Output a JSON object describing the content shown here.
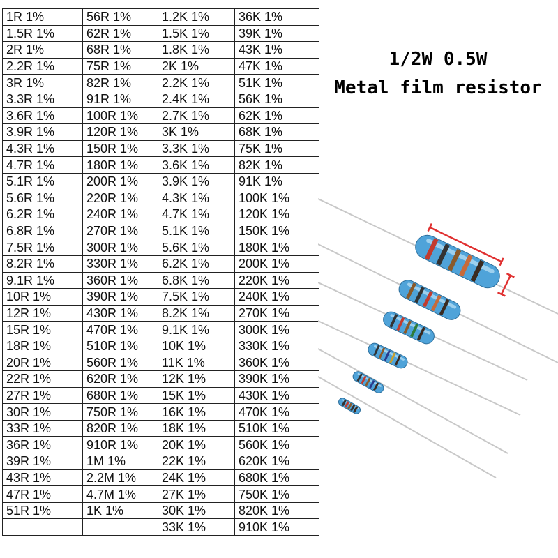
{
  "product": {
    "title_line1": "1/2W 0.5W",
    "title_line2": "Metal film resistor"
  },
  "resistor_table": {
    "columns": [
      [
        "1R 1%",
        "1.5R 1%",
        "2R 1%",
        "2.2R 1%",
        "3R 1%",
        "3.3R 1%",
        "3.6R 1%",
        "3.9R 1%",
        "4.3R 1%",
        "4.7R 1%",
        "5.1R 1%",
        "5.6R 1%",
        "6.2R 1%",
        "6.8R 1%",
        "7.5R 1%",
        "8.2R 1%",
        "9.1R 1%",
        "10R 1%",
        "12R 1%",
        "15R 1%",
        "18R 1%",
        "20R 1%",
        "22R 1%",
        "27R 1%",
        "30R 1%",
        "33R 1%",
        "36R 1%",
        "39R 1%",
        "43R 1%",
        "47R 1%",
        "51R 1%",
        ""
      ],
      [
        "56R 1%",
        "62R 1%",
        "68R 1%",
        "75R 1%",
        "82R 1%",
        "91R 1%",
        "100R 1%",
        "120R 1%",
        "150R 1%",
        "180R 1%",
        "200R 1%",
        "220R 1%",
        "240R 1%",
        "270R 1%",
        "300R 1%",
        "330R 1%",
        "360R 1%",
        "390R 1%",
        "430R 1%",
        "470R 1%",
        "510R 1%",
        "560R 1%",
        "620R 1%",
        "680R 1%",
        "750R 1%",
        "820R 1%",
        "910R 1%",
        "1M 1%",
        "2.2M 1%",
        "4.7M 1%",
        "1K 1%",
        ""
      ],
      [
        "1.2K 1%",
        "1.5K 1%",
        "1.8K 1%",
        "2K 1%",
        "2.2K 1%",
        "2.4K 1%",
        "2.7K 1%",
        "3K 1%",
        "3.3K 1%",
        "3.6K 1%",
        "3.9K 1%",
        "4.3K 1%",
        "4.7K 1%",
        "5.1K 1%",
        "5.6K 1%",
        "6.2K 1%",
        "6.8K 1%",
        "7.5K 1%",
        "8.2K 1%",
        "9.1K 1%",
        "10K 1%",
        "11K 1%",
        "12K 1%",
        "15K 1%",
        "16K 1%",
        "18K 1%",
        "20K 1%",
        "22K 1%",
        "24K 1%",
        "27K 1%",
        "30K 1%",
        "33K 1%"
      ],
      [
        "36K 1%",
        "39K 1%",
        "43K 1%",
        "47K 1%",
        "51K 1%",
        "56K 1%",
        "62K 1%",
        "68K 1%",
        "75K 1%",
        "82K 1%",
        "91K 1%",
        "100K 1%",
        "120K 1%",
        "150K 1%",
        "180K 1%",
        "200K 1%",
        "220K 1%",
        "240K 1%",
        "270K 1%",
        "300K 1%",
        "330K 1%",
        "360K 1%",
        "390K 1%",
        "430K 1%",
        "470K 1%",
        "510K 1%",
        "560K 1%",
        "620K 1%",
        "680K 1%",
        "750K 1%",
        "820K 1%",
        "910K 1%"
      ]
    ]
  },
  "photo": {
    "body_color": "#4fa3d9",
    "dimension_marker_color": "#e03030",
    "lead_color": "#c8c8c8"
  }
}
